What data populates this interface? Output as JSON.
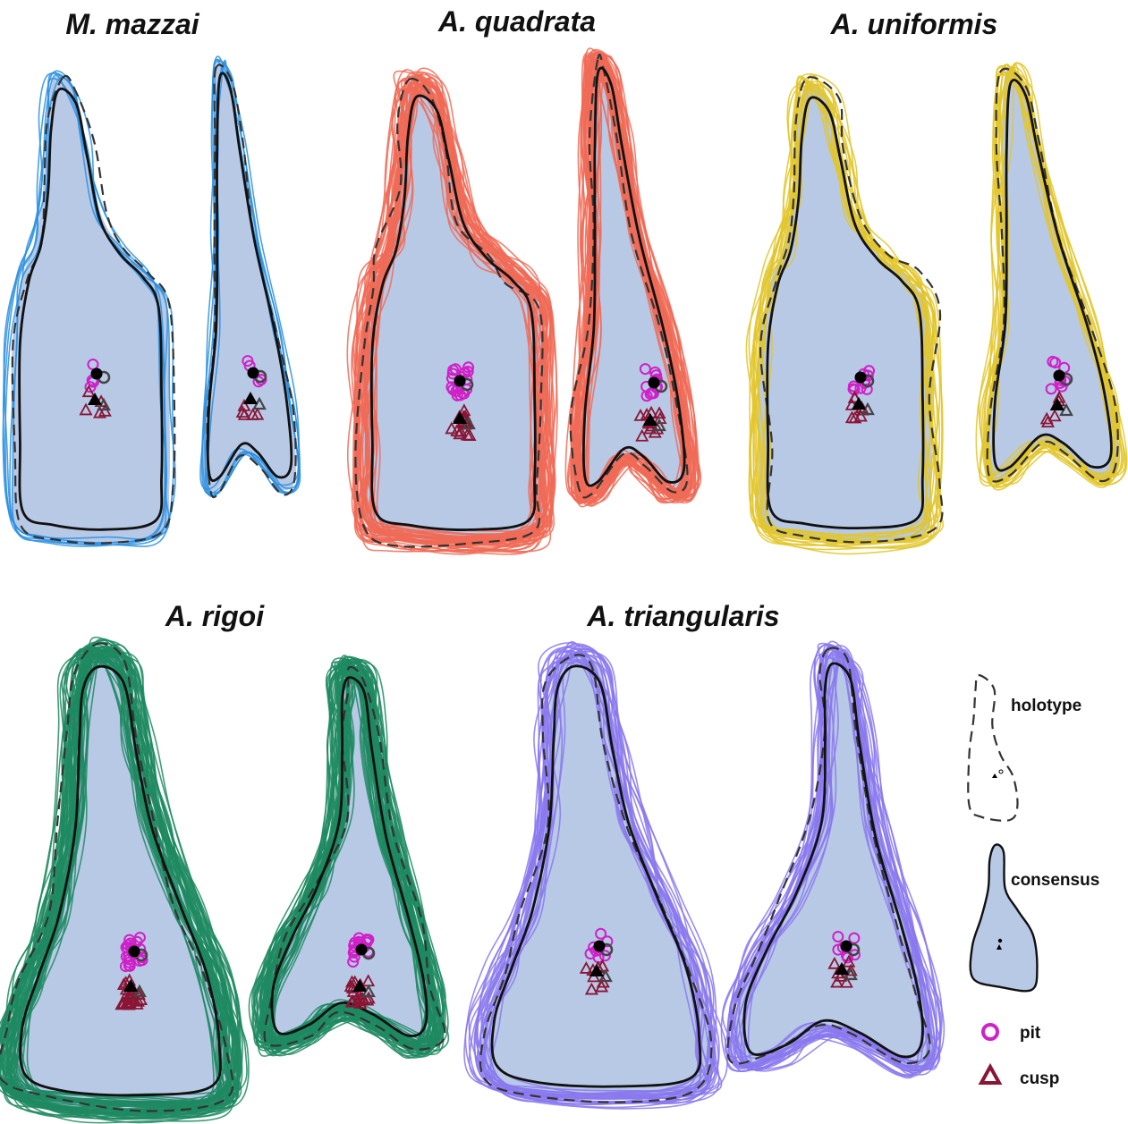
{
  "figure": {
    "species": [
      {
        "title": "M. mazzai",
        "color": "#2a8fe0"
      },
      {
        "title": "A. quadrata",
        "color": "#f06a56"
      },
      {
        "title": "A. uniformis",
        "color": "#e2c62a"
      },
      {
        "title": "A. rigoi",
        "color": "#1e8a62"
      },
      {
        "title": "A. triangularis",
        "color": "#8a78ee"
      }
    ],
    "colors": {
      "fill": "#b8c9e6",
      "consensus": "#111111",
      "holotype": "#333333",
      "pit": "#d020c8",
      "cusp": "#8a1535"
    },
    "legend": {
      "holotype": "holotype",
      "consensus": "consensus",
      "pit": "pit",
      "cusp": "cusp"
    }
  }
}
